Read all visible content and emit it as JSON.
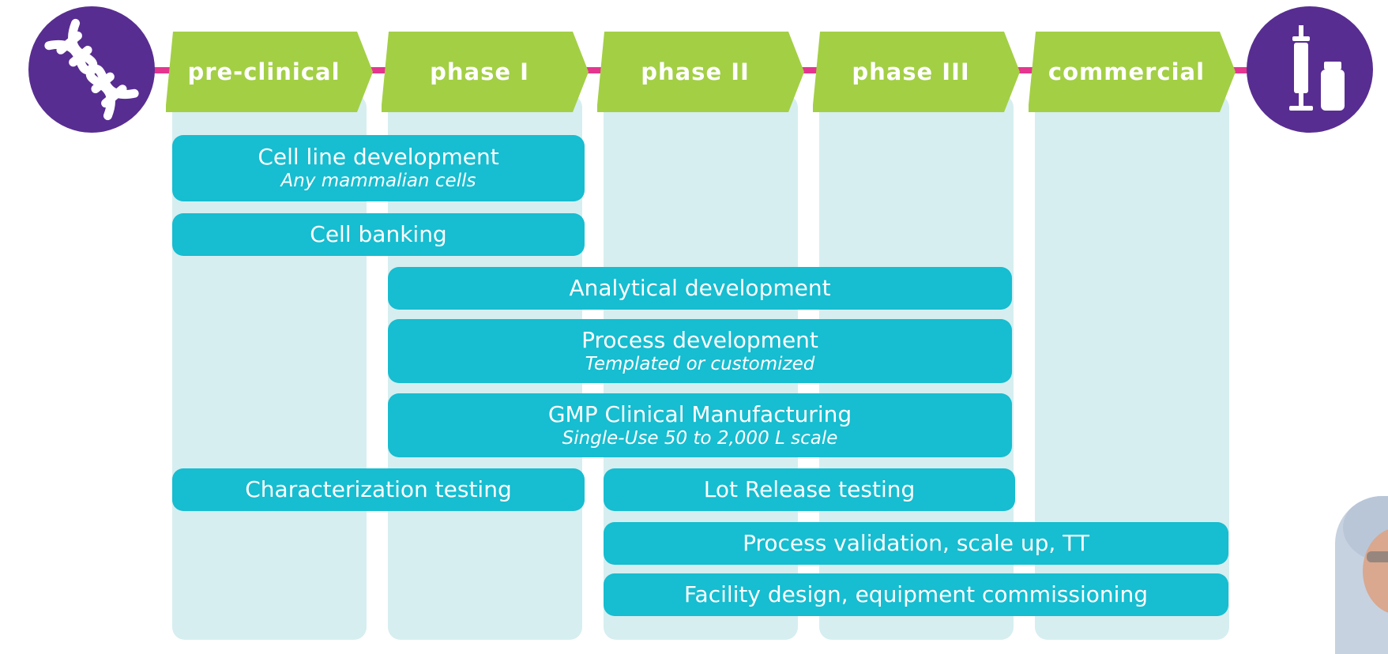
{
  "phases": [
    {
      "label": "pre-clinical"
    },
    {
      "label": "phase I"
    },
    {
      "label": "phase II"
    },
    {
      "label": "phase III"
    },
    {
      "label": "commercial"
    }
  ],
  "bars": [
    {
      "title": "Cell line development",
      "subtitle": "Any mammalian cells"
    },
    {
      "title": "Cell banking"
    },
    {
      "title": "Analytical development"
    },
    {
      "title": "Process development",
      "subtitle": "Templated or customized"
    },
    {
      "title": "GMP Clinical Manufacturing",
      "subtitle": "Single-Use 50 to 2,000 L scale"
    },
    {
      "title": "Characterization testing"
    },
    {
      "title": "Lot Release testing"
    },
    {
      "title": "Process validation, scale up, TT"
    },
    {
      "title": "Facility design, equipment commissioning"
    }
  ],
  "icons": {
    "start": "dna-icon",
    "end": "syringe-vial-icon",
    "photo": "lab-worker-photo"
  },
  "colors": {
    "phase_header": "#a3cf45",
    "bar": "#17bdd0",
    "column_bg": "#d6eef0",
    "timeline": "#e5368f",
    "icon_circle": "#582d91"
  }
}
